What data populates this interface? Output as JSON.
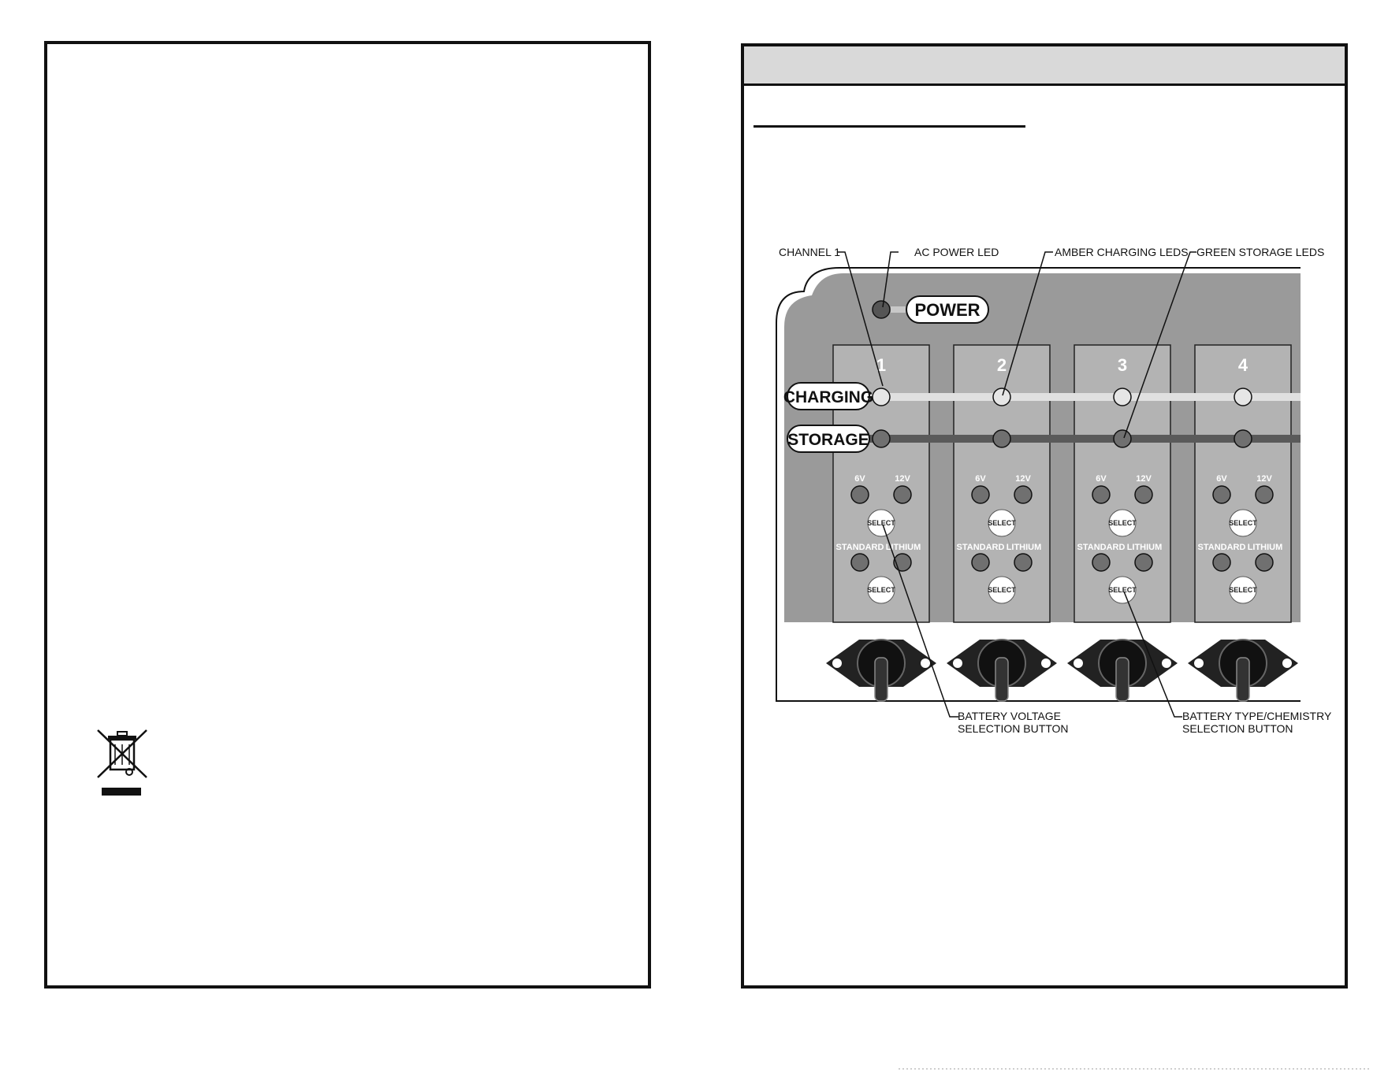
{
  "diagram": {
    "callouts": {
      "channel_1": "CHANNEL 1",
      "ac_power_led": "AC POWER LED",
      "amber_charging_leds": "AMBER CHARGING LEDS",
      "green_storage_leds": "GREEN STORAGE LEDS",
      "battery_voltage_line1": "BATTERY VOLTAGE",
      "battery_voltage_line2": "SELECTION BUTTON",
      "battery_type_line1": "BATTERY TYPE/CHEMISTRY",
      "battery_type_line2": "SELECTION BUTTON"
    },
    "panel": {
      "power_label": "POWER",
      "charging_label": "CHARGING",
      "storage_label": "STORAGE",
      "volt_6": "6V",
      "volt_12": "12V",
      "type_standard": "STANDARD",
      "type_lithium": "LITHIUM",
      "select": "SELECT",
      "channels": [
        "1",
        "2",
        "3",
        "4"
      ]
    }
  },
  "colors": {
    "panel_gray": "#9a9a9a",
    "channel_gray": "#b3b3b3",
    "charging_line": "#e0e0e0",
    "storage_line": "#5a5a5a"
  },
  "icons": [
    "crossed-out-wheelie-bin-icon"
  ]
}
